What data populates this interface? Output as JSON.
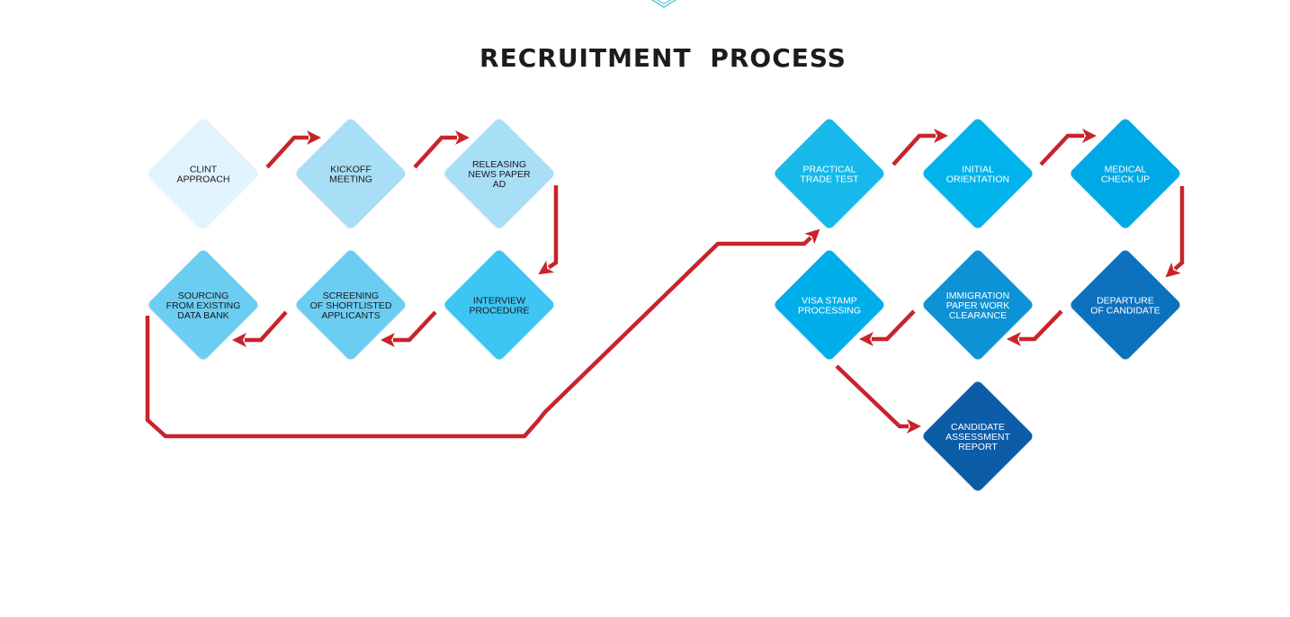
{
  "title": "RECRUITMENT  PROCESS",
  "colors": {
    "arrow": "#c8242b",
    "title": "#1c1c1c"
  },
  "steps": [
    {
      "id": "clint-approach",
      "lines": [
        "CLINT",
        "APPROACH"
      ],
      "fill": "#e1f3fc",
      "text_color": "#1a1a1a"
    },
    {
      "id": "kickoff-meeting",
      "lines": [
        "KICKOFF",
        "MEETING"
      ],
      "fill": "#a8def6",
      "text_color": "#1a1a1a"
    },
    {
      "id": "releasing-news-paper-ad",
      "lines": [
        "RELEASING",
        "NEWS PAPER",
        "AD"
      ],
      "fill": "#a8def6",
      "text_color": "#1a1a1a"
    },
    {
      "id": "sourcing-from-existing-data-bank",
      "lines": [
        "SOURCING",
        "FROM EXISTING",
        "DATA BANK"
      ],
      "fill": "#6ccdf2",
      "text_color": "#1a1a1a"
    },
    {
      "id": "screening-of-shortlisted-applicants",
      "lines": [
        "SCREENING",
        "OF SHORTLISTED",
        "APPLICANTS"
      ],
      "fill": "#6ccdf2",
      "text_color": "#1a1a1a"
    },
    {
      "id": "interview-procedure",
      "lines": [
        "INTERVIEW",
        "PROCEDURE"
      ],
      "fill": "#3ec5f3",
      "text_color": "#1a1a1a"
    },
    {
      "id": "practical-trade-test",
      "lines": [
        "PRACTICAL",
        "TRADE TEST"
      ],
      "fill": "#16b9ea",
      "text_color": "#ffffff"
    },
    {
      "id": "initial-orientation",
      "lines": [
        "INITIAL",
        "ORIENTATION"
      ],
      "fill": "#00b4eb",
      "text_color": "#ffffff"
    },
    {
      "id": "medical-check-up",
      "lines": [
        "MEDICAL",
        "CHECK UP"
      ],
      "fill": "#00a9e6",
      "text_color": "#ffffff"
    },
    {
      "id": "visa-stamp-processing",
      "lines": [
        "VISA STAMP",
        "PROCESSING"
      ],
      "fill": "#00aeea",
      "text_color": "#ffffff"
    },
    {
      "id": "immigration-paper-work-clearance",
      "lines": [
        "IMMIGRATION",
        "PAPER WORK",
        "CLEARANCE"
      ],
      "fill": "#0a92d6",
      "text_color": "#ffffff"
    },
    {
      "id": "departure-of-candidate",
      "lines": [
        "DEPARTURE",
        "OF CANDIDATE"
      ],
      "fill": "#0a72bd",
      "text_color": "#ffffff"
    },
    {
      "id": "candidate-assessment-report",
      "lines": [
        "CANDIDATE",
        "ASSESSMENT",
        "REPORT"
      ],
      "fill": "#0a5ba8",
      "text_color": "#ffffff"
    }
  ],
  "connections": [
    {
      "from": "clint-approach",
      "to": "kickoff-meeting"
    },
    {
      "from": "kickoff-meeting",
      "to": "releasing-news-paper-ad"
    },
    {
      "from": "releasing-news-paper-ad",
      "to": "interview-procedure"
    },
    {
      "from": "interview-procedure",
      "to": "screening-of-shortlisted-applicants"
    },
    {
      "from": "screening-of-shortlisted-applicants",
      "to": "sourcing-from-existing-data-bank"
    },
    {
      "from": "sourcing-from-existing-data-bank",
      "to": "practical-trade-test"
    },
    {
      "from": "practical-trade-test",
      "to": "initial-orientation"
    },
    {
      "from": "initial-orientation",
      "to": "medical-check-up"
    },
    {
      "from": "medical-check-up",
      "to": "departure-of-candidate"
    },
    {
      "from": "departure-of-candidate",
      "to": "immigration-paper-work-clearance"
    },
    {
      "from": "immigration-paper-work-clearance",
      "to": "visa-stamp-processing"
    },
    {
      "from": "visa-stamp-processing",
      "to": "candidate-assessment-report"
    }
  ]
}
